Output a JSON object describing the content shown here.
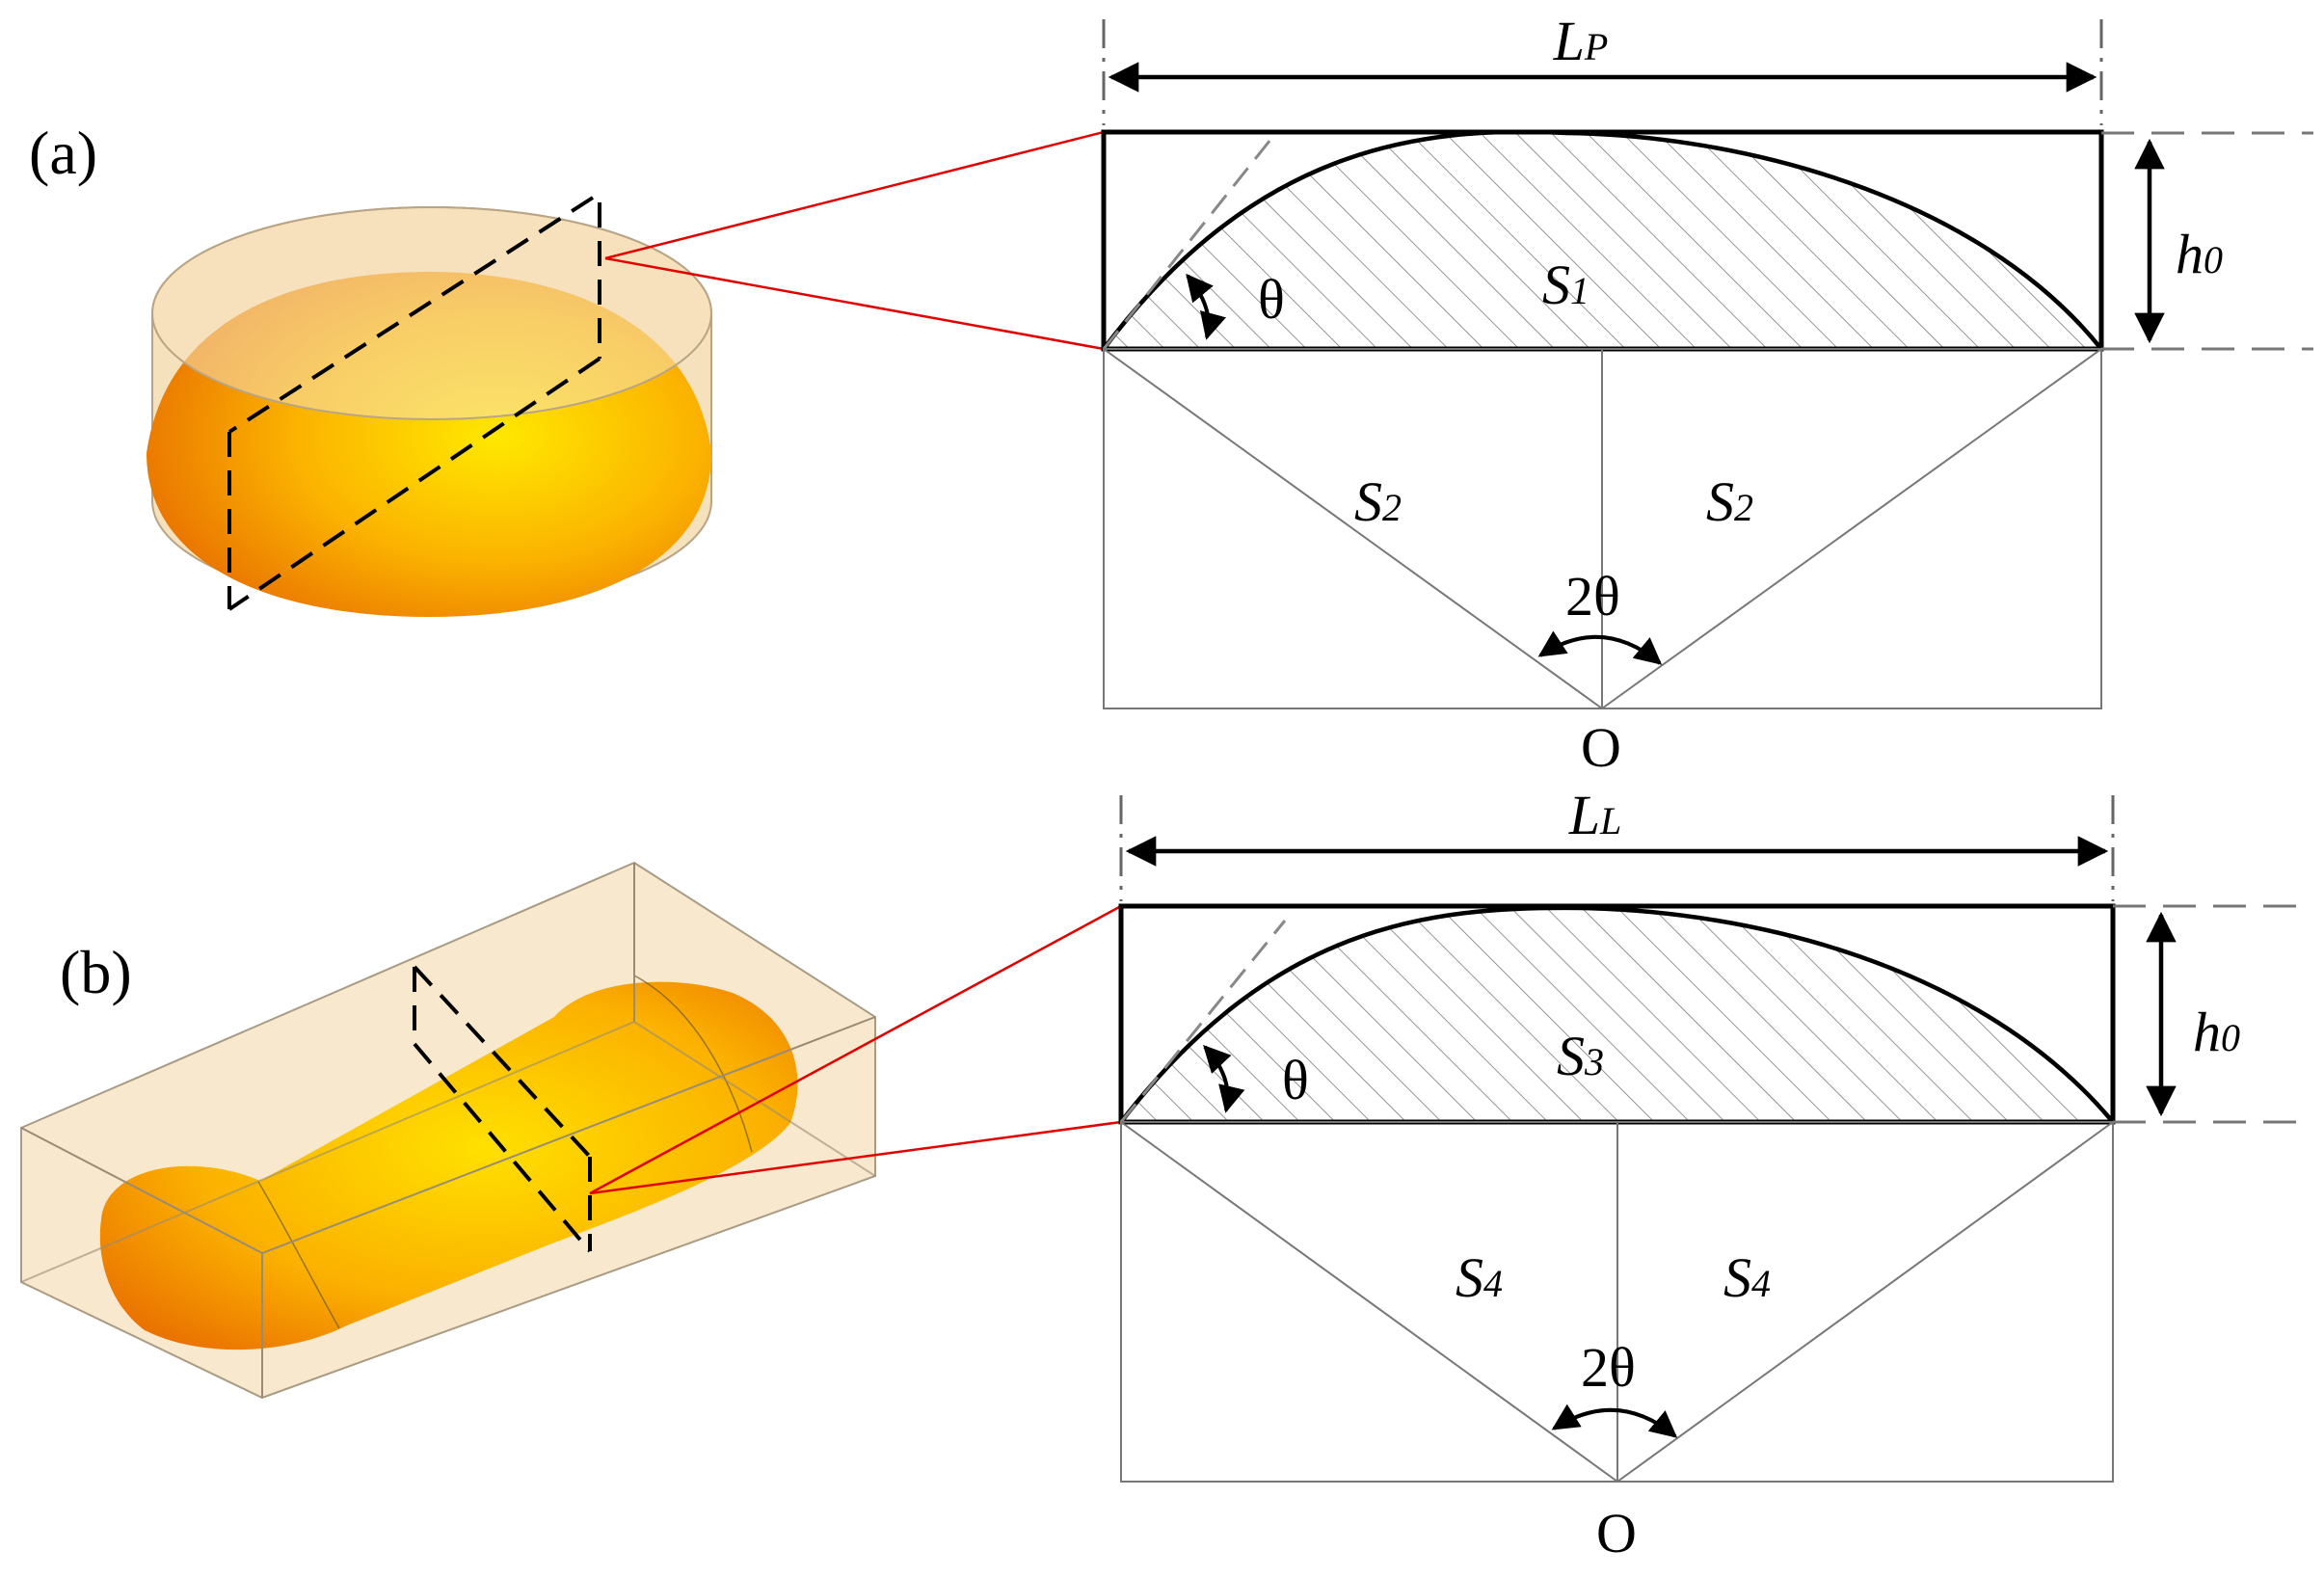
{
  "panel_a": {
    "label": "(a)",
    "width_var": "L",
    "width_sub": "P",
    "height_var": "h",
    "height_sub": "0",
    "cap_area_var": "S",
    "cap_area_sub": "1",
    "sector_var": "S",
    "sector_sub": "2",
    "angle": "θ",
    "center_angle": "2θ",
    "center": "O"
  },
  "panel_b": {
    "label": "(b)",
    "width_var": "L",
    "width_sub": "L",
    "height_var": "h",
    "height_sub": "0",
    "cap_area_var": "S",
    "cap_area_sub": "3",
    "sector_var": "S",
    "sector_sub": "4",
    "angle": "θ",
    "center_angle": "2θ",
    "center": "O"
  },
  "colors": {
    "bead": "#f5a000",
    "box_fill": "#f3d9a8",
    "connector": "#e00000",
    "hatch": "#888888"
  }
}
